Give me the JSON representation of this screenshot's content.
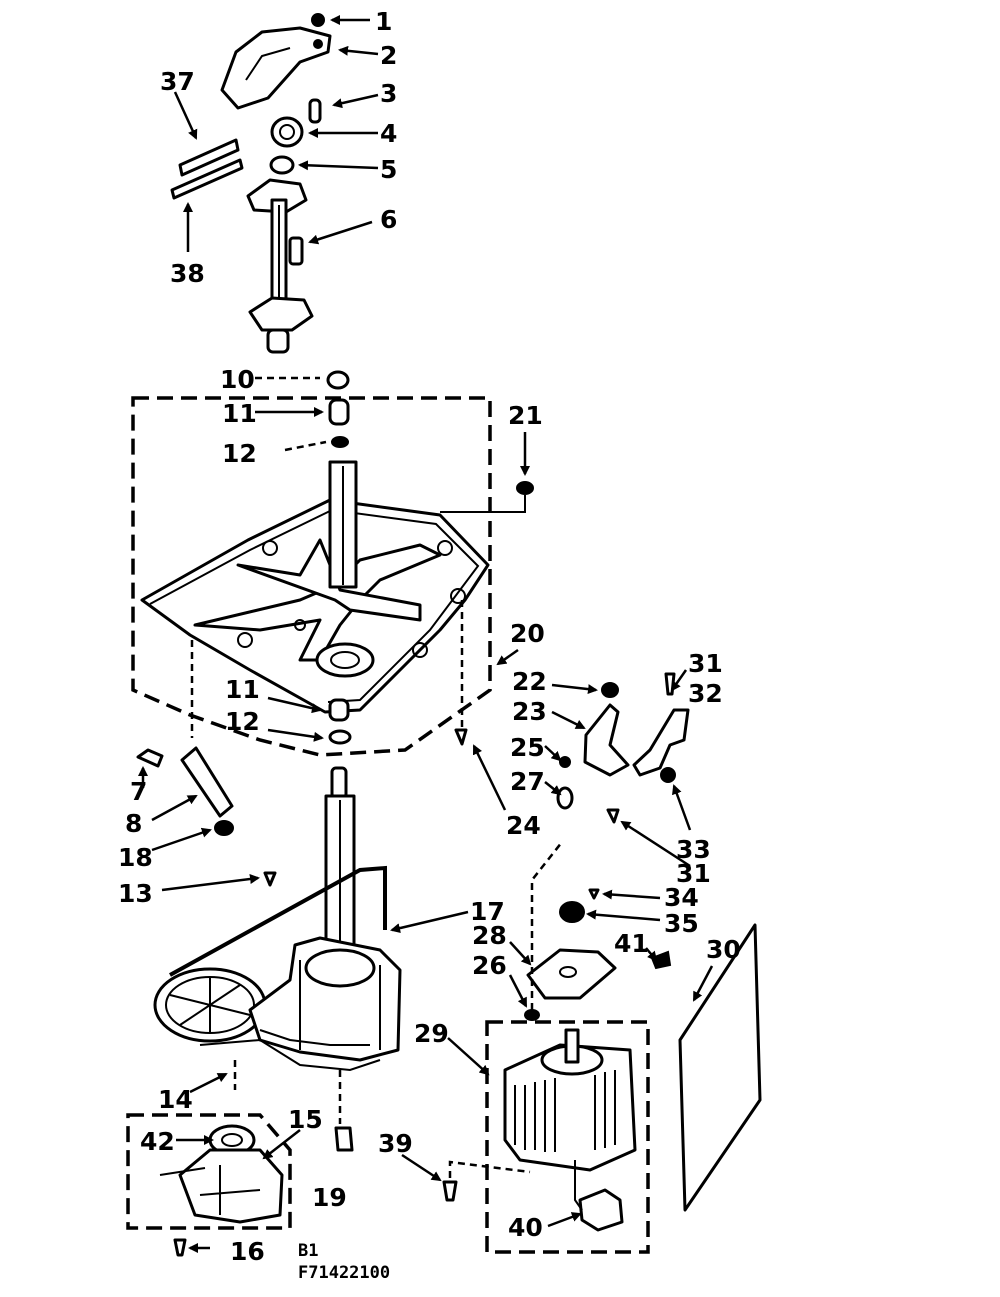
{
  "callouts": {
    "c1": "1",
    "c2": "2",
    "c3": "3",
    "c4": "4",
    "c5": "5",
    "c6": "6",
    "c37": "37",
    "c38": "38",
    "c10": "10",
    "c11a": "11",
    "c12a": "12",
    "c21": "21",
    "c20": "20",
    "c22": "22",
    "c23": "23",
    "c25": "25",
    "c27": "27",
    "c24": "24",
    "c31a": "31",
    "c32": "32",
    "c33": "33",
    "c31b": "31",
    "c11b": "11",
    "c12b": "12",
    "c7": "7",
    "c8": "8",
    "c18": "18",
    "c13": "13",
    "c17": "17",
    "c34": "34",
    "c35": "35",
    "c28": "28",
    "c26": "26",
    "c41": "41",
    "c30": "30",
    "c29": "29",
    "c14": "14",
    "c15": "15",
    "c42": "42",
    "c19": "19",
    "c39": "39",
    "c16": "16",
    "c40": "40"
  },
  "footer": {
    "code_line1": "B1",
    "code_line2": "F71422100"
  }
}
